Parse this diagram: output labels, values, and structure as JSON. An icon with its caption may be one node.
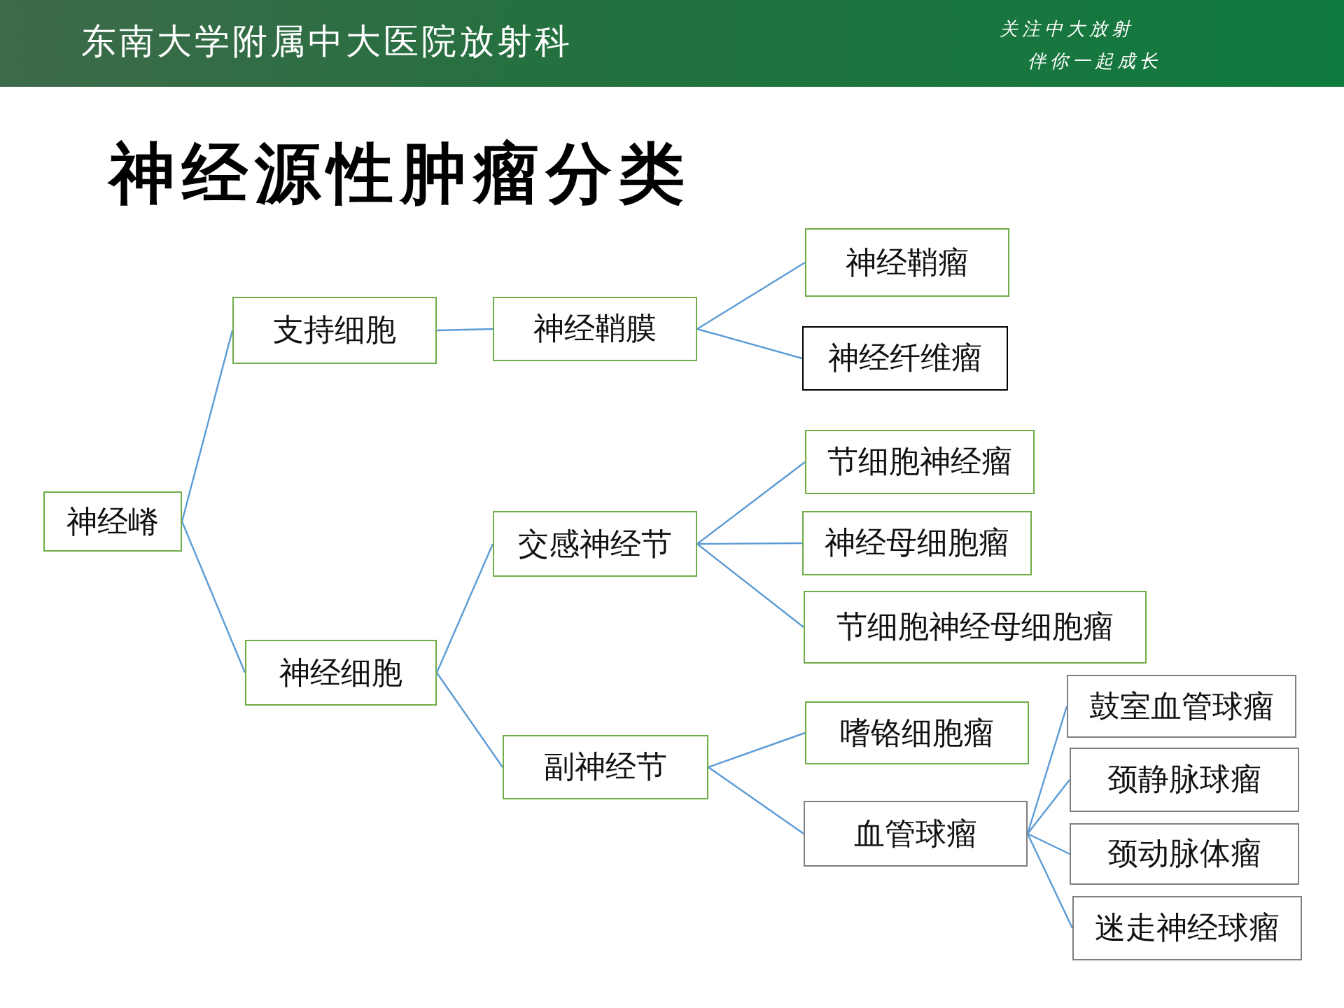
{
  "diagram": {
    "title": "神经源性肿瘤分类",
    "nodes": [
      {
        "text": [
          "神经嵴"
        ]
      },
      {
        "text": [
          "支持细胞"
        ]
      },
      {
        "text": [
          "神经鞘膜"
        ]
      },
      {
        "text": [
          "神经鞘瘤"
        ]
      },
      {
        "text": [
          "神经纤维瘤"
        ]
      },
      {
        "text": [
          "神经细胞"
        ]
      },
      {
        "text": [
          "交感神经节"
        ]
      },
      {
        "text": [
          "节细胞神经瘤"
        ]
      },
      {
        "text": [
          "神经母细胞瘤"
        ]
      },
      {
        "text": [
          "节细胞神经母细胞瘤"
        ]
      },
      {
        "text": [
          "副神经节"
        ]
      },
      {
        "text": [
          "嗜铬细胞瘤"
        ]
      },
      {
        "text": [
          "血管球瘤"
        ]
      },
      {
        "text": [
          "鼓室血管球瘤"
        ]
      },
      {
        "text": [
          "颈静脉球瘤"
        ]
      },
      {
        "text": [
          "颈动脉体瘤"
        ]
      },
      {
        "text": [
          "迷走神经球瘤"
        ]
      }
    ],
    "edges": [
      {
        "from": 0,
        "to": 1,
        "arrow": "none"
      },
      {
        "from": 0,
        "to": 5,
        "arrow": "none"
      },
      {
        "from": 1,
        "to": 2,
        "arrow": "none"
      },
      {
        "from": 2,
        "to": 3,
        "arrow": "none"
      },
      {
        "from": 2,
        "to": 4,
        "arrow": "none"
      },
      {
        "from": 5,
        "to": 6,
        "arrow": "none"
      },
      {
        "from": 5,
        "to": 10,
        "arrow": "none"
      },
      {
        "from": 6,
        "to": 7,
        "arrow": "none"
      },
      {
        "from": 6,
        "to": 8,
        "arrow": "none"
      },
      {
        "from": 6,
        "to": 9,
        "arrow": "none"
      },
      {
        "from": 10,
        "to": 11,
        "arrow": "none"
      },
      {
        "from": 10,
        "to": 12,
        "arrow": "none"
      },
      {
        "from": 12,
        "to": 13,
        "arrow": "none"
      },
      {
        "from": 12,
        "to": 14,
        "arrow": "none"
      },
      {
        "from": 12,
        "to": 15,
        "arrow": "none"
      },
      {
        "from": 12,
        "to": 16,
        "arrow": "none"
      }
    ],
    "labels": [
      "东南大学附属中大医院放射科",
      "关注中大放射",
      "伴你一起成长"
    ]
  }
}
